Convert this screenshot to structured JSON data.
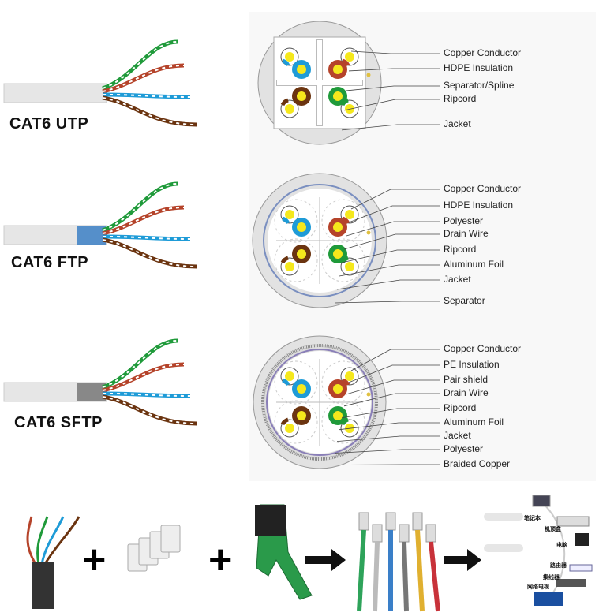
{
  "cables": [
    {
      "name": "CAT6  UTP",
      "labels": [
        "Copper Conductor",
        "HDPE Insulation",
        "Separator/Spline",
        "Ripcord",
        "Jacket"
      ]
    },
    {
      "name": "CAT6  FTP",
      "labels": [
        "Copper Conductor",
        "HDPE Insulation",
        "Polyester",
        "Drain Wire",
        "Ripcord",
        "Aluminum Foil",
        "Jacket",
        "Separator"
      ]
    },
    {
      "name": "CAT6  SFTP",
      "labels": [
        "Copper Conductor",
        "PE Insulation",
        "Pair shield",
        "Drain Wire",
        "Ripcord",
        "Aluminum Foil",
        "Jacket",
        "Polyester",
        "Braided Copper"
      ]
    }
  ],
  "pair_colors": {
    "blue": "#1e9bd7",
    "orange": "#b5432a",
    "brown": "#6b3410",
    "green": "#1f9a3a",
    "copper": "#f5e81c"
  },
  "process": {
    "plus_symbol": "+",
    "devices": [
      "笔记本",
      "机顶盒",
      "电脑",
      "路由器",
      "集线器",
      "网络电视"
    ]
  }
}
